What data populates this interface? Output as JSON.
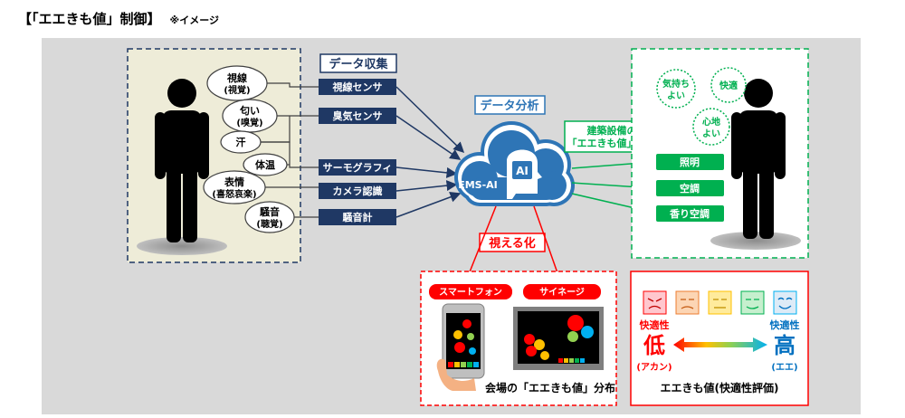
{
  "title": "【「エエきも値」制御】",
  "note": "※イメージ",
  "collection": {
    "heading": "データ収集",
    "senses": [
      {
        "line1": "視線",
        "line2": "(視覚)"
      },
      {
        "line1": "匂い",
        "line2": "(嗅覚)"
      },
      {
        "line1": "汗",
        "line2": ""
      },
      {
        "line1": "体温",
        "line2": ""
      },
      {
        "line1": "表情",
        "line2": "(喜怒哀楽)"
      },
      {
        "line1": "騒音",
        "line2": "(聴覚)"
      }
    ],
    "sensors": [
      "視線センサ",
      "臭気センサ",
      "サーモグラフィ",
      "カメラ認識",
      "騒音計"
    ]
  },
  "analysis": {
    "heading": "データ分析",
    "cloud_label": "EMS-AI",
    "ai_label": "AI"
  },
  "control": {
    "heading_line1": "建築設備の",
    "heading_line2": "「エエきも値」制御",
    "outputs": [
      "照明",
      "空調",
      "香り空調"
    ]
  },
  "feelings": [
    {
      "line1": "気持ち",
      "line2": "よい"
    },
    {
      "line1": "快適",
      "line2": ""
    },
    {
      "line1": "心地",
      "line2": "よい"
    }
  ],
  "visualize": {
    "heading": "視える化",
    "smartphone": "スマートフォン",
    "signage": "サイネージ",
    "caption": "会場の「エエきも値」分布"
  },
  "evaluation": {
    "low_label": "快適性",
    "low_char": "低",
    "low_sub": "(アカン)",
    "high_label": "快適性",
    "high_char": "高",
    "high_sub": "(エエ)",
    "caption": "エエきも値(快適性評価)"
  },
  "colors": {
    "navy": "#1f3864",
    "blue": "#2e75b6",
    "green": "#00b050",
    "red": "#ff0000"
  }
}
